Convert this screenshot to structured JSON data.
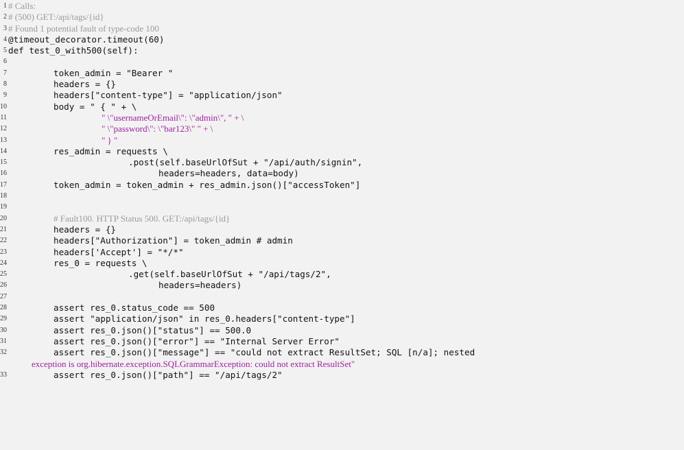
{
  "lines": [
    {
      "n": "1",
      "t": "# Calls:"
    },
    {
      "n": "2",
      "t": "# (500) GET:/api/tags/{id}"
    },
    {
      "n": "3",
      "t": "# Found 1 potential fault of type-code 100"
    },
    {
      "n": "4",
      "t": "@timeout_decorator.timeout(60)"
    },
    {
      "n": "5",
      "t": "def test_0_with500(self):"
    },
    {
      "n": "6",
      "t": ""
    },
    {
      "n": "7",
      "t": "token_admin = \"Bearer \""
    },
    {
      "n": "8",
      "t": "headers = {}"
    },
    {
      "n": "9",
      "t": "headers[\"content-type\"] = \"application/json\""
    },
    {
      "n": "10",
      "t": "body = \" { \" + \\"
    },
    {
      "n": "11",
      "t": "\" \\\"usernameOrEmail\\\": \\\"admin\\\", \" + \\"
    },
    {
      "n": "12",
      "t": "\" \\\"password\\\": \\\"bar123\\\" \" + \\"
    },
    {
      "n": "13",
      "t": "\" } \""
    },
    {
      "n": "14",
      "t": "res_admin = requests \\"
    },
    {
      "n": "15",
      "t": ".post(self.baseUrlOfSut + \"/api/auth/signin\","
    },
    {
      "n": "16",
      "t": "headers=headers, data=body)"
    },
    {
      "n": "17",
      "t": "token_admin = token_admin + res_admin.json()[\"accessToken\"]"
    },
    {
      "n": "18",
      "t": ""
    },
    {
      "n": "19",
      "t": ""
    },
    {
      "n": "20",
      "t": "# Fault100. HTTP Status 500. GET:/api/tags/{id}"
    },
    {
      "n": "21",
      "t": "headers = {}"
    },
    {
      "n": "22",
      "t": "headers[\"Authorization\"] = token_admin # admin"
    },
    {
      "n": "23",
      "t": "headers['Accept'] = \"*/*\""
    },
    {
      "n": "24",
      "t": "res_0 = requests \\"
    },
    {
      "n": "25",
      "t": ".get(self.baseUrlOfSut + \"/api/tags/2\","
    },
    {
      "n": "26",
      "t": "headers=headers)"
    },
    {
      "n": "27",
      "t": ""
    },
    {
      "n": "28",
      "t": "assert res_0.status_code == 500"
    },
    {
      "n": "29",
      "t": "assert \"application/json\" in res_0.headers[\"content-type\"]"
    },
    {
      "n": "30",
      "t": "assert res_0.json()[\"status\"] == 500.0"
    },
    {
      "n": "31",
      "t": "assert res_0.json()[\"error\"] == \"Internal Server Error\""
    },
    {
      "n": "32",
      "t": "assert res_0.json()[\"message\"] == \"could not extract ResultSet; SQL [n/a]; nested"
    },
    {
      "n": "",
      "t": "exception is org.hibernate.exception.SQLGrammarException: could not extract ResultSet\""
    },
    {
      "n": "33",
      "t": "assert res_0.json()[\"path\"] == \"/api/tags/2\""
    }
  ]
}
